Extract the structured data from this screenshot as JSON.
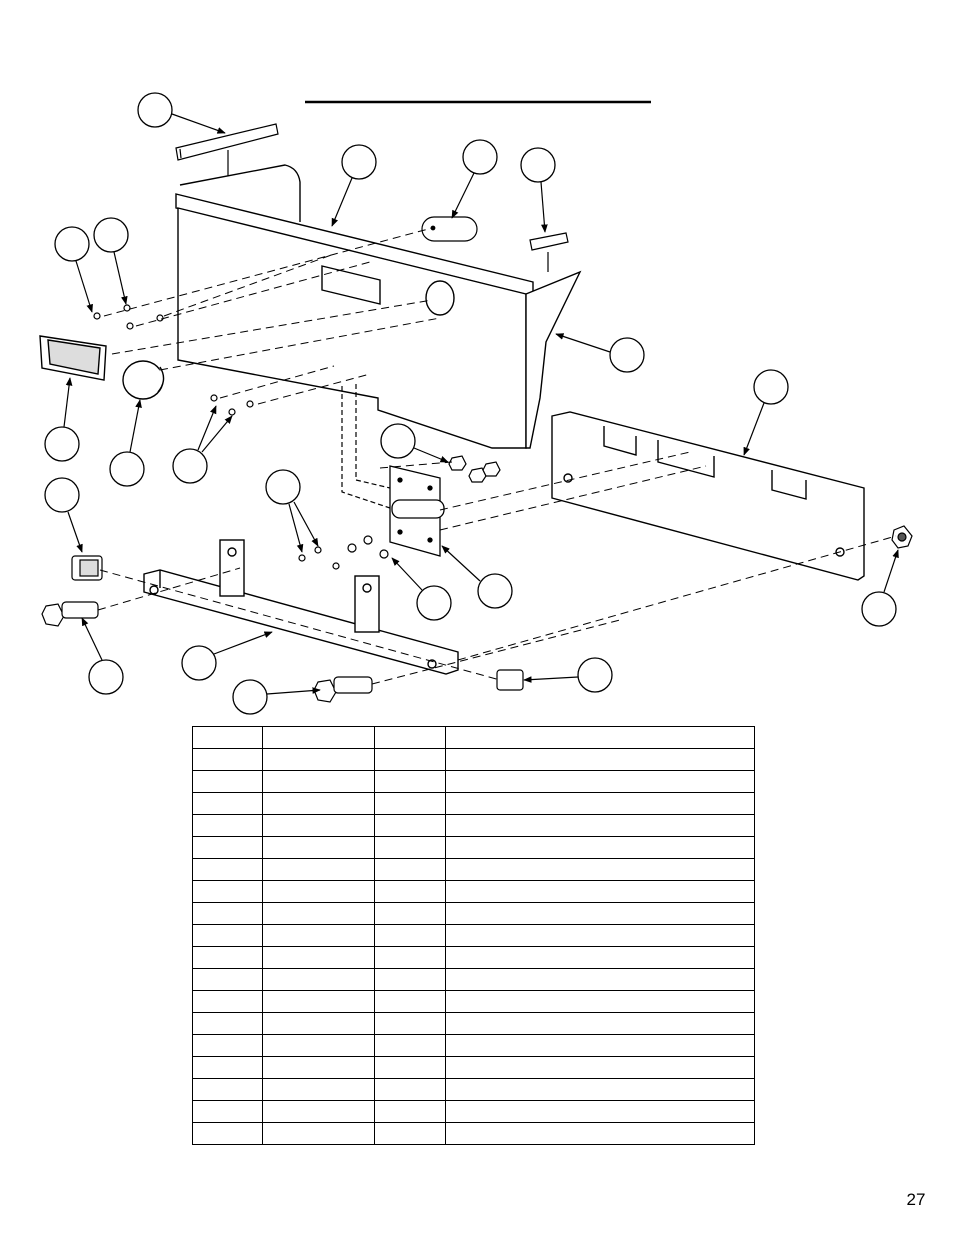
{
  "page": {
    "number": "27"
  },
  "parts_table": {
    "row_count": 19,
    "column_count": 4
  }
}
